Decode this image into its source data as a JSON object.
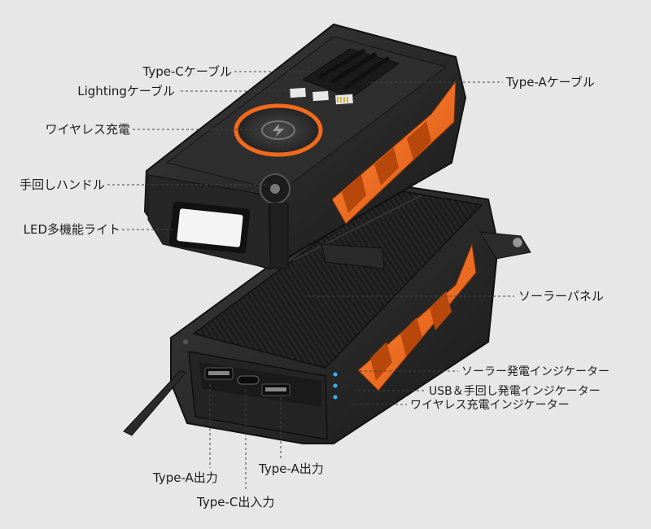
{
  "colors": {
    "background": "#e7e7e7",
    "body": "#2b2b2b",
    "accent": "#f26a1b",
    "solar": "#1e1e1e",
    "leader_line": "#444444"
  },
  "labels": {
    "type_c_cable": "Type-Cケーブル",
    "lighting_cable": "Lightingケーブル",
    "type_a_cable": "Type-Aケーブル",
    "wireless_charging": "ワイヤレス充電",
    "hand_crank": "手回しハンドル",
    "led_light": "LED多機能ライト",
    "solar_panel": "ソーラーパネル",
    "solar_indicator": "ソーラー発電インジケーター",
    "usb_crank_indicator": "USB＆手回し発電インジケーター",
    "wireless_indicator": "ワイヤレス充電インジケーター",
    "type_a_out_left": "Type-A出力",
    "type_a_out_right": "Type-A出力",
    "type_c_inout": "Type-C出入力"
  },
  "icons": [
    "lightning-icon",
    "led-lamp-icon",
    "usb-a-port-icon",
    "usb-c-port-icon",
    "hand-crank-icon"
  ]
}
